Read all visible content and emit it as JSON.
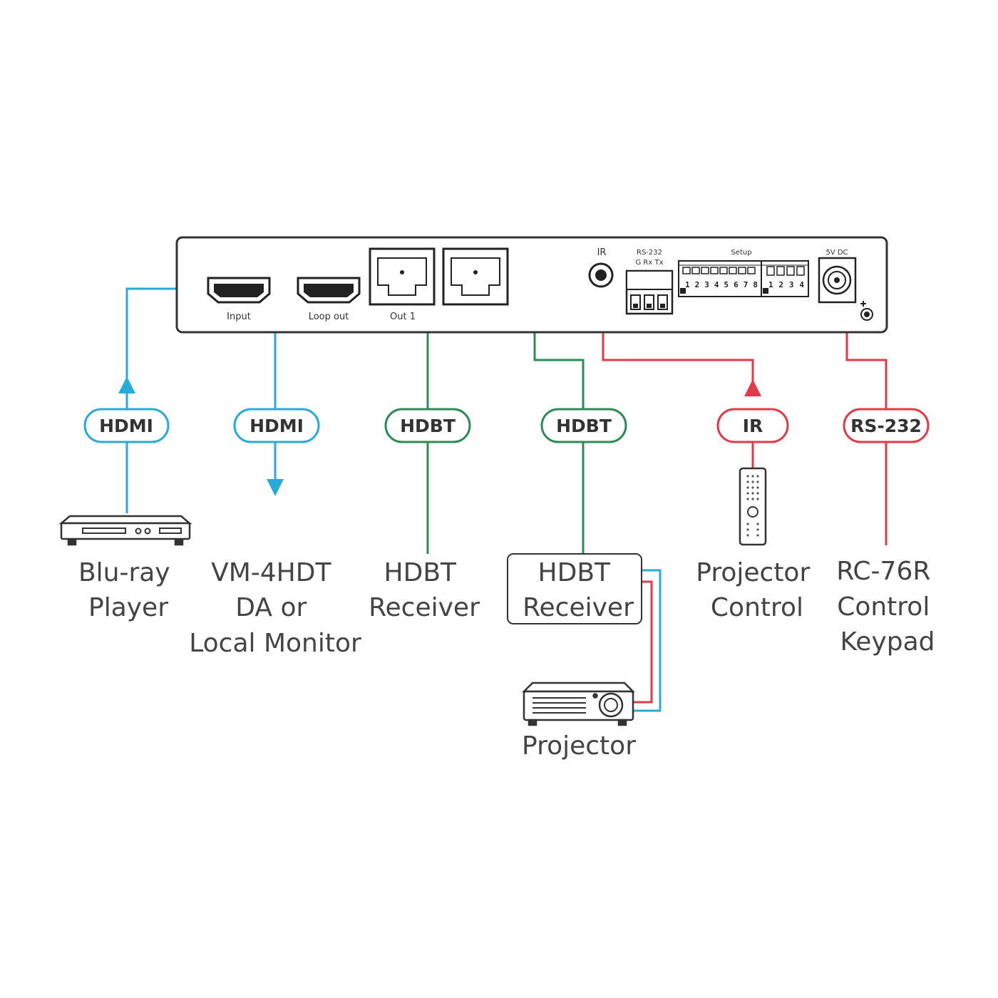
{
  "colors": {
    "hdmi": "#29abd8",
    "hdbt": "#2e8b57",
    "control": "#e23a4a",
    "outline": "#333333"
  },
  "panel": {
    "input_label": "Input",
    "loop_out_label": "Loop out",
    "out1_label": "Out 1",
    "ir_label": "IR",
    "rs232_label": "RS-232",
    "rs232_pins": "G  Rx  Tx",
    "setup_label": "Setup",
    "dip_numbers_a": "12345678",
    "dip_numbers_b": "1234",
    "power_label": "5V DC"
  },
  "badges": {
    "hdmi_in": "HDMI",
    "hdmi_out": "HDMI",
    "hdbt_1": "HDBT",
    "hdbt_2": "HDBT",
    "ir": "IR",
    "rs232": "RS-232"
  },
  "devices": {
    "bluray": [
      "Blu-ray",
      "Player"
    ],
    "vm4hdt": [
      "VM-4HDT",
      "DA or",
      "Local Monitor"
    ],
    "hdbt_receiver_1": [
      "HDBT",
      "Receiver"
    ],
    "hdbt_receiver_2": [
      "HDBT",
      "Receiver"
    ],
    "projector_control": [
      "Projector",
      "Control"
    ],
    "rc76r": [
      "RC-76R",
      "Control",
      "Keypad"
    ],
    "projector": "Projector"
  },
  "icons": {
    "hdmi_port": "hdmi-port-icon",
    "rj45_port": "rj45-port-icon",
    "bluray": "bluray-player-icon",
    "remote": "remote-control-icon",
    "projector": "projector-icon",
    "dc_jack": "dc-jack-icon"
  }
}
